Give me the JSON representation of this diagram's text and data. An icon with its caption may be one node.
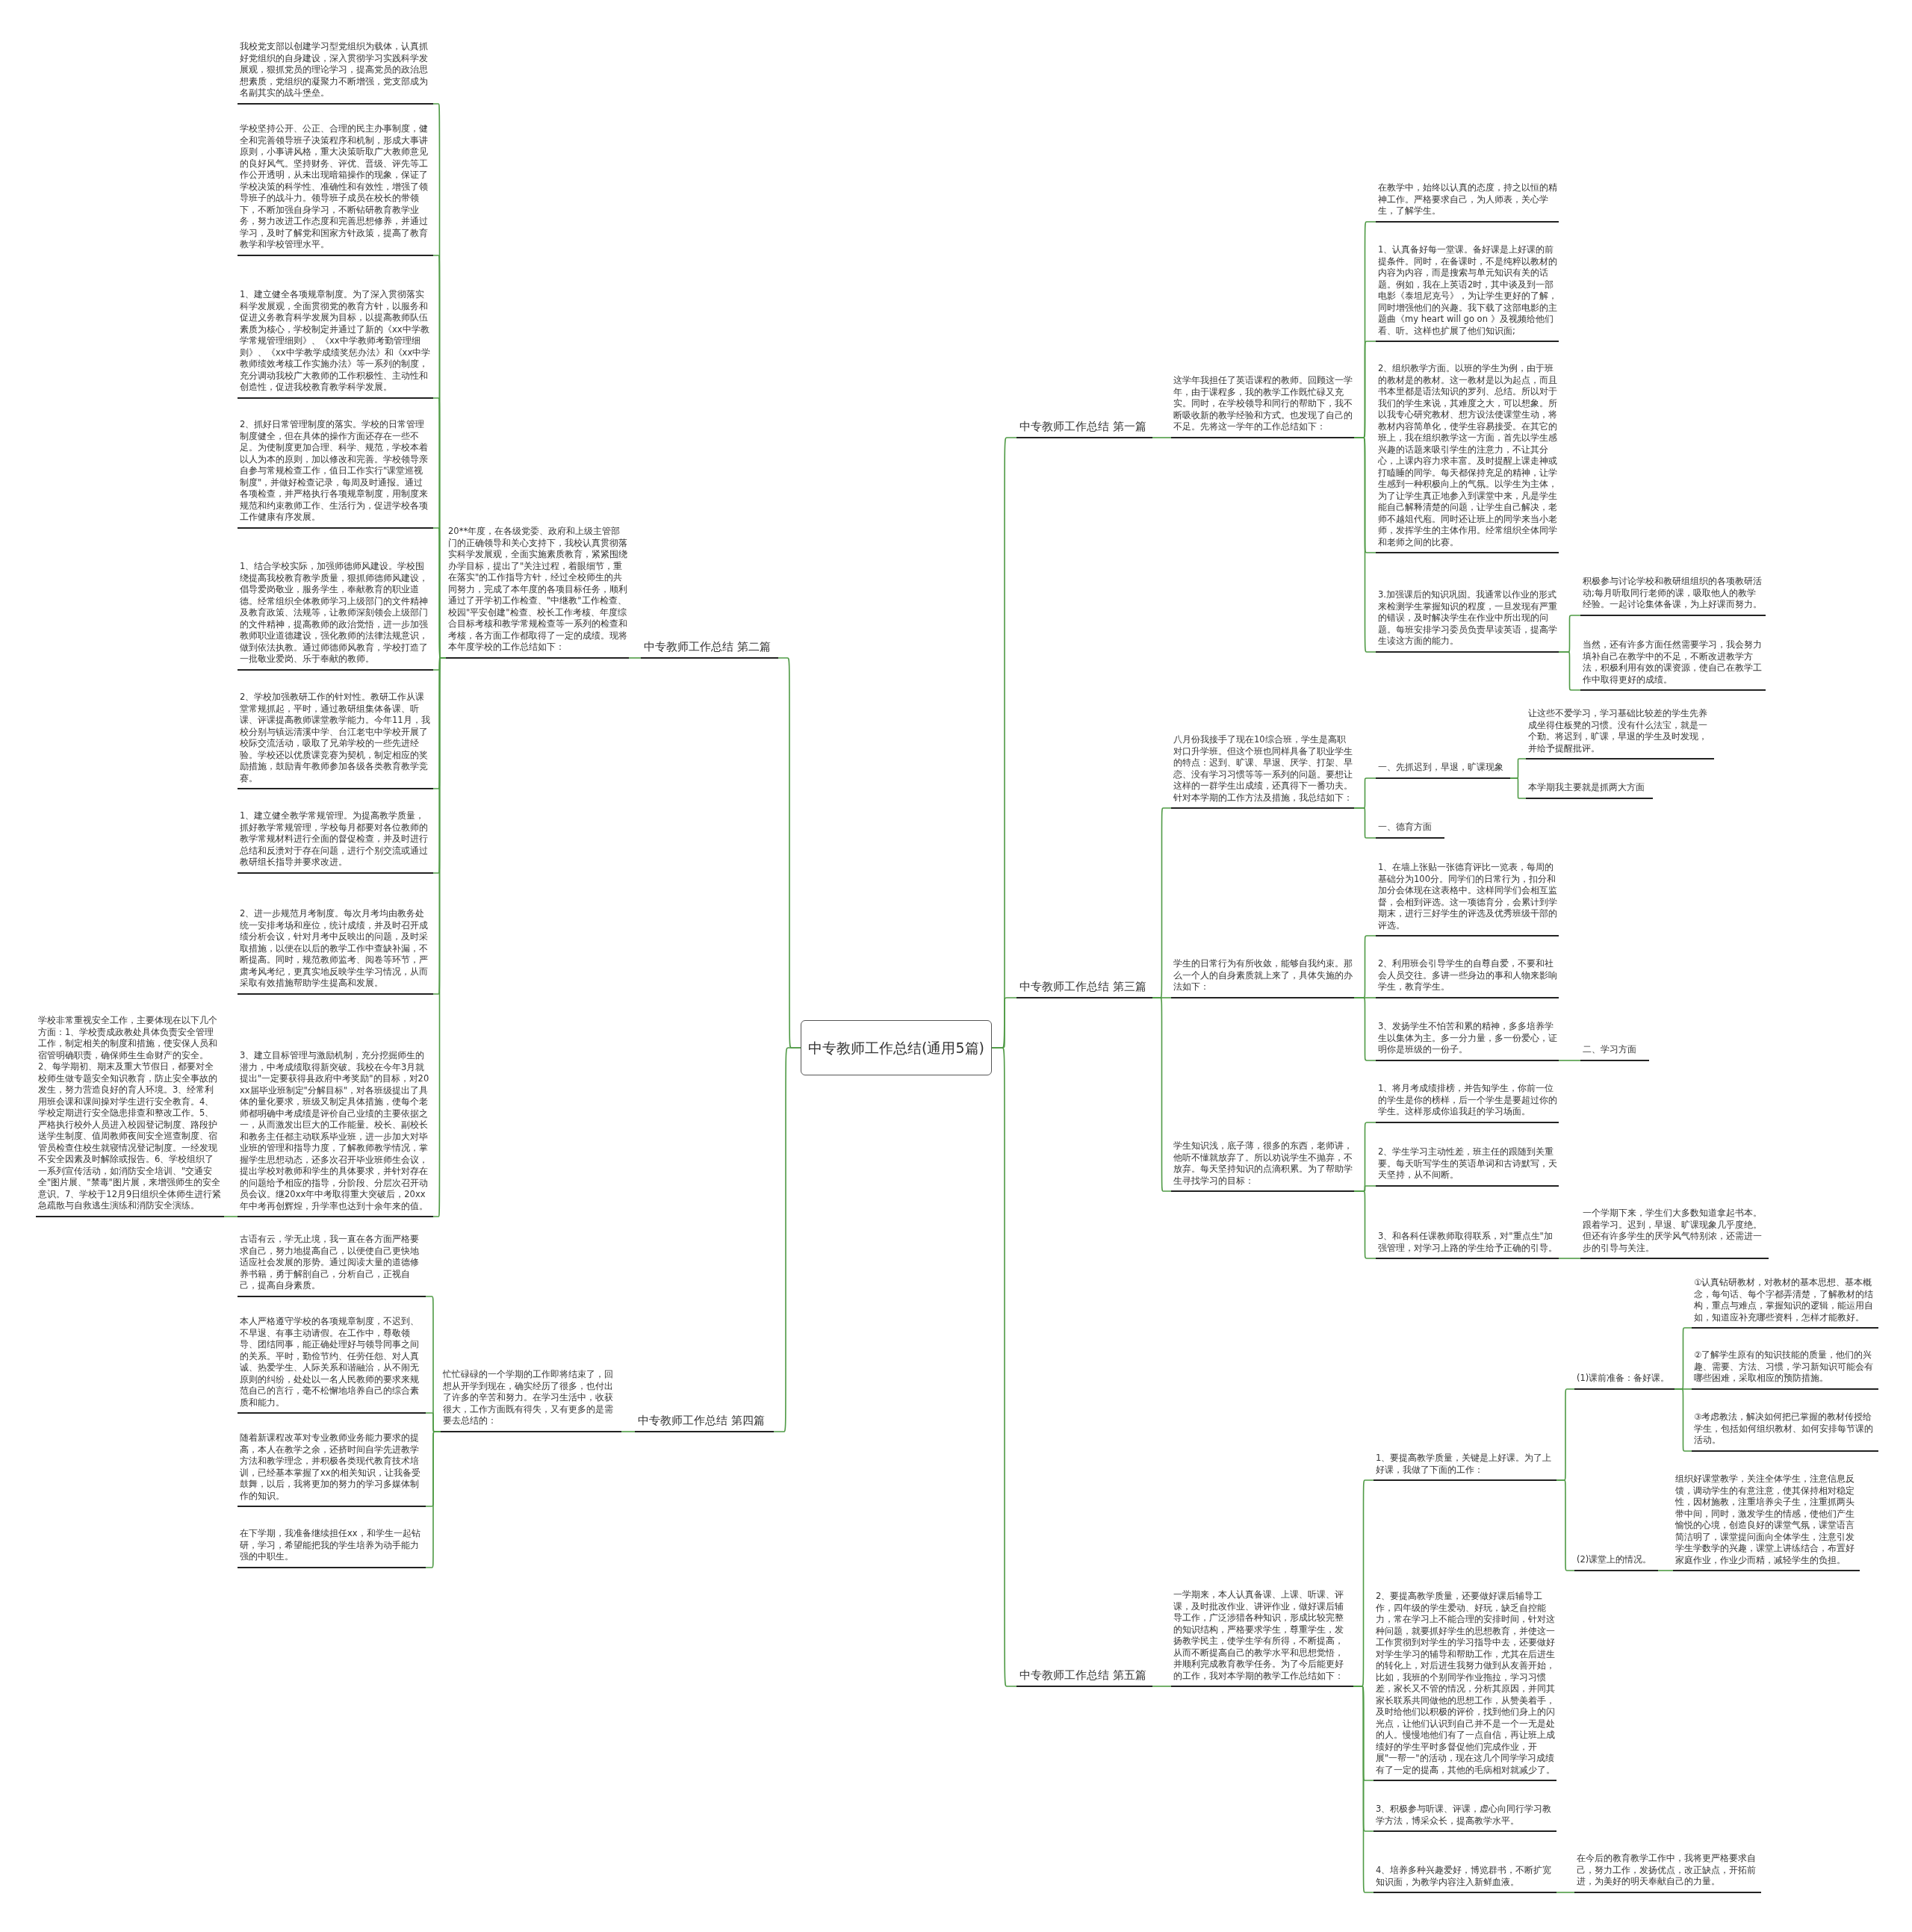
{
  "diagram": {
    "nodes": [
      {
        "text": [
          "中专教师工作总结(通用5篇)"
        ]
      },
      {
        "text": [
          "中专教师工作总结 第一篇"
        ]
      },
      {
        "text": [
          "这学年我担任了英语课程的教师。回顾这一学年，由于课程多，我的教学工作既忙碌又充实。同时，在学校领导和同行的帮助下，我不断吸收新的教学经验和方式。也发现了自己的不足。先将这一学年的工作总结如下："
        ]
      },
      {
        "text": [
          "在教学中，始终以认真的态度，持之以恒的精神工作。严格要求自己，为人师表，关心学生，了解学生。"
        ]
      },
      {
        "text": [
          "1、认真备好每一堂课。备好课是上好课的前提条件。同时，在备课时，不是纯粹以教材的内容为内容，而是搜索与单元知识有关的话题。例如，我在上英语2时，其中谈及到一部电影《泰坦尼克号》，为让学生更好的了解，同时增强他们的兴趣。我下载了这部电影的主题曲《my heart will go on 》及视频给他们看、听。这样也扩展了他们知识面;"
        ]
      },
      {
        "text": [
          "2、组织教学方面。以班的学生为例，由于班的教材是的教材。这一教材是以为起点，而且书本里都是语法知识的罗列、总结。所以对于我们的学生来说，其难度之大，可以想象。所以我专心研究教材、想方设法使课堂生动，将教材内容简单化，使学生容易接受。在其它的班上，我在组织教学这一方面，首先以学生感兴趣的话题来吸引学生的注意力，不让其分心，上课内容力求丰富。及时提醒上课走神或打瞌睡的同学。每天都保持充足的精神，让学生感到一种积极向上的气氛。以学生为主体，为了让学生真正地参入到课堂中来，凡是学生能自己解释清楚的问题，让学生自己解决，老师不越俎代庖。同时还让班上的同学来当小老师，发挥学生的主体作用。经常组织全体同学和老师之间的比赛。"
        ]
      },
      {
        "text": [
          "3.加强课后的知识巩固。我通常以作业的形式来检测学生掌握知识的程度，一旦发现有严重的错误，及时解决学生在作业中所出现的问题。每班安排学习委员负责早读英语，提高学生读这方面的能力。"
        ]
      },
      {
        "text": [
          "积极参与讨论学校和教研组组织的各项教研活动;每月听取同行老师的课，吸取他人的教学经验。一起讨论集体备课，为上好课而努力。"
        ]
      },
      {
        "text": [
          "当然，还有许多方面任然需要学习，我会努力填补自己在教学中的不足，不断改进教学方法，积极利用有效的课资源，使自己在教学工作中取得更好的成绩。"
        ]
      },
      {
        "text": [
          "中专教师工作总结 第二篇"
        ]
      },
      {
        "text": [
          "20**年度，在各级党委、政府和上级主管部门的正确领导和关心支持下，我校认真贯彻落实科学发展观，全面实施素质教育，紧紧围绕办学目标，提出了\"关注过程，着眼细节，重在落实\"的工作指导方针，经过全校师生的共同努力，完成了本年度的各项目标任务，顺利通过了开学初工作检查、\"中继教\"工作检查、校园\"平安创建\"检查、校长工作考核、年度综合目标考核和教学常规检查等一系列的检查和考核，各方面工作都取得了一定的成绩。现将本年度学校的工作总结如下："
        ]
      },
      {
        "text": [
          "我校党支部以创建学习型党组织为载体，认真抓好党组织的自身建设，深入贯彻学习实践科学发展观，狠抓党员的理论学习，提高党员的政治思想素质，党组织的凝聚力不断增强，党支部成为名副其实的战斗堡垒。"
        ]
      },
      {
        "text": [
          "学校坚持公开、公正、合理的民主办事制度，健全和完善领导班子决策程序和机制，形成大事讲原则，小事讲风格，重大决策听取广大教师意见的良好风气。坚持财务、评优、晋级、评先等工作公开透明，从未出现暗箱操作的现象，保证了学校决策的科学性、准确性和有效性，增强了领导班子的战斗力。领导班子成员在校长的带领下，不断加强自身学习，不断钻研教育教学业务，努力改进工作态度和完善思想修养，并通过学习，及时了解党和国家方针政策，提高了教育教学和学校管理水平。"
        ]
      },
      {
        "text": [
          "1、建立健全各项规章制度。为了深入贯彻落实科学发展观，全面贯彻党的教育方针，以服务和促进义务教育科学发展为目标，以提高教师队伍素质为核心，学校制定并通过了新的《xx中学教学常规管理细则》、《xx中学教师考勤管理细则》、《xx中学教学成绩奖惩办法》和《xx中学教师绩效考核工作实施办法》等一系列的制度，充分调动我校广大教师的工作积极性、主动性和创造性，促进我校教育教学科学发展。"
        ]
      },
      {
        "text": [
          "2、抓好日常管理制度的落实。学校的日常管理制度健全，但在具体的操作方面还存在一些不足。为使制度更加合理、科学、规范，学校本着以人为本的原则，加以修改和完善。学校领导亲自参与常规检查工作，值日工作实行\"课堂巡视制度\"，并做好检查记录，每周及时通报。通过各项检查，并严格执行各项规章制度，用制度来规范和约束教师工作、生活行为，促进学校各项工作健康有序发展。"
        ]
      },
      {
        "text": [
          "1、结合学校实际，加强师德师风建设。学校围绕提高我校教育教学质量，狠抓师德师风建设，倡导爱岗敬业，服务学生，奉献教育的职业道德。经常组织全体教师学习上级部门的文件精神及教育政策、法规等，让教师深刻领会上级部门的文件精神，提高教师的政治觉悟，进一步加强教师职业道德建设，强化教师的法律法规意识，做到依法执教。通过师德师风教育，学校打造了一批敬业爱岗、乐于奉献的教师。"
        ]
      },
      {
        "text": [
          "2、学校加强教研工作的针对性。教研工作从课堂常规抓起，平时，通过教研组集体备课、听课、评课提高教师课堂教学能力。今年11月，我校分别与镇远清溪中学、台江老屯中学校开展了校际交流活动，吸取了兄弟学校的一些先进经验。学校还以优质课竞赛为契机，制定相应的奖励措施，鼓励青年教师参加各级各类教育教学竞赛。"
        ]
      },
      {
        "text": [
          "1、建立健全教学常规管理。为提高教学质量，抓好教学常规管理，学校每月都要对各位教师的教学常规材料进行全面的督促检查，并及时进行总结和反溃对于存在问题，进行个别交流或通过教研组长指导并要求改进。"
        ]
      },
      {
        "text": [
          "2、进一步规范月考制度。每次月考均由教务处统一安排考场和座位，统计成绩，并及时召开成绩分析会议，针对月考中反映出的问题，及时采取措施，以便在以后的教学工作中查缺补漏，不断提高。同时，规范教师监考、阅卷等环节，严肃考风考纪，更真实地反映学生学习情况，从而采取有效措施帮助学生提高和发展。"
        ]
      },
      {
        "text": [
          "3、建立目标管理与激励机制，充分挖掘师生的潜力，中考成绩取得新突破。我校在今年3月就提出\"一定要获得县政府中考奖励\"的目标，对20xx届毕业班制定\"分解目标\"，对各班级提出了具体的量化要求，班级又制定具体措施，使每个老师都明确中考成绩是评价自己业绩的主要依据之一，从而激发出巨大的工作能量。校长、副校长和教务主任都主动联系毕业班，进一步加大对毕业班的管理和指导力度，了解教师教学情况，掌握学生思想动态，还多次召开毕业班师生会议，提出学校对教师和学生的具体要求，并针对存在的问题给予相应的指导，分阶段、分层次召开动员会议。继20xx年中考取得重大突破后，20xx年中考再创辉煌，升学率也达到十余年来的值。"
        ]
      },
      {
        "text": [
          "学校非常重视安全工作，主要体现在以下几个方面：1、学校责成政教处具体负责安全管理工作，制定相关的制度和措施，使安保人员和宿管明确职责，确保师生生命财产的安全。2、每学期初、期末及重大节假日，都要对全校师生做专题安全知识教育，防止安全事故的发生，努力营造良好的育人环境。3、经常利用班会课和课间操对学生进行安全教育。4、学校定期进行安全隐患排查和整改工作。5、严格执行校外人员进入校园登记制度、路段护送学生制度、值周教师夜间安全巡查制度、宿管员检查住校生就寝情况登记制度。一经发现不安全因素及时解除或报告。6、学校组织了一系列宣传活动，如消防安全培训、\"交通安全\"图片展、\"禁毒\"图片展，来增强师生的安全意识。7、学校于12月9日组织全体师生进行紧急疏散与自救逃生演练和消防安全演练。"
        ]
      },
      {
        "text": [
          "中专教师工作总结 第三篇"
        ]
      },
      {
        "text": [
          "八月份我接手了现在10综合班，学生是高职对口升学班。但这个班也同样具备了职业学生的特点：迟到、旷课、早退、厌学、打架、早恋、没有学习习惯等等一系列的问题。要想让这样的一群学生出成绩，还真得下一番功夫。针对本学期的工作方法及措施，我总结如下："
        ]
      },
      {
        "text": [
          "一、先抓迟到，早退，旷课现象"
        ]
      },
      {
        "text": [
          "让这些不爱学习，学习基础比较差的学生先养成坐得住板凳的习惯。没有什么法宝，就是一个勤。将迟到，旷课，早退的学生及时发现，并给予提醒批评。"
        ]
      },
      {
        "text": [
          "本学期我主要就是抓两大方面"
        ]
      },
      {
        "text": [
          "一、德育方面"
        ]
      },
      {
        "text": [
          "学生的日常行为有所收敛，能够自我约束。那么一个人的自身素质就上来了，具体失施的办法如下："
        ]
      },
      {
        "text": [
          "1、在墙上张贴一张德育评比一览表，每周的基础分为100分。同学们的日常行为，扣分和加分会体现在这表格中。这样同学们会相互监督，会相到评选。这一项德育分，会累计到学期末，进行三好学生的评选及优秀班级干部的评选。"
        ]
      },
      {
        "text": [
          "2、利用班会引导学生的自尊自爱，不要和社会人员交往。多讲一些身边的事和人物来影响学生，教育学生。"
        ]
      },
      {
        "text": [
          "3、发扬学生不怕苦和累的精神，多多培养学生以集体为主。多一分力量，多一份爱心，证明你是班级的一份子。"
        ]
      },
      {
        "text": [
          "二、学习方面"
        ]
      },
      {
        "text": [
          "学生知识浅，底子薄，很多的东西，老师讲，他听不懂就放弃了。所以劝说学生不抛弃，不放弃。每天坚持知识的点滴积累。为了帮助学生寻找学习的目标："
        ]
      },
      {
        "text": [
          "1、将月考成绩排榜，并告知学生，你前一位的学生是你的榜样，后一个学生是要超过你的学生。这样形成你追我赶的学习场面。"
        ]
      },
      {
        "text": [
          "2、学生学习主动性差，班主任的跟随到关重要。每天听写学生的英语单词和古诗默写，天天坚持，从不间断。"
        ]
      },
      {
        "text": [
          "3、和各科任课教师取得联系，对\"重点生\"加强管理，对学习上路的学生给予正确的引导。"
        ]
      },
      {
        "text": [
          "一个学期下来，学生们大多数知道拿起书本。跟着学习。迟到，早退、旷课现象几乎度绝。但还有许多学生的厌学风气特别浓，还需进一步的引导与关注。"
        ]
      },
      {
        "text": [
          "中专教师工作总结 第四篇"
        ]
      },
      {
        "text": [
          "忙忙碌碌的一个学期的工作即将结束了，回想从开学到现在，确实经历了很多，也付出了许多的辛苦和努力。在学习生活中，收获很大，工作方面既有得失，又有更多的是需要去总结的："
        ]
      },
      {
        "text": [
          "古语有云，学无止境，我一直在各方面严格要求自己，努力地提高自己，以便使自己更快地适应社会发展的形势。通过阅读大量的道德修养书籍，勇于解剖自己，分析自己，正视自己，提高自身素质。"
        ]
      },
      {
        "text": [
          "本人严格遵守学校的各项规章制度，不迟到、不早退、有事主动请假。在工作中，尊敬领导、团结同事，能正确处理好与领导同事之间的关系。平时，勤俭节约、任劳任怨、对人真诚、热爱学生、人际关系和谐融洽，从不闹无原则的纠纷，处处以一名人民教师的要求来规范自己的言行，毫不松懈地培养自己的综合素质和能力。"
        ]
      },
      {
        "text": [
          "随着新课程改革对专业教师业务能力要求的提高，本人在教学之余，还挤时间自学先进教学方法和教学理念，并积极各类现代教育技术培训，已经基本掌握了xx的相关知识，让我备受鼓舞，以后，我将更加的努力的学习多媒体制作的知识。"
        ]
      },
      {
        "text": [
          "在下学期，我准备继续担任xx，和学生一起钻研，学习，希望能把我的学生培养为动手能力强的中职生。"
        ]
      },
      {
        "text": [
          "中专教师工作总结 第五篇"
        ]
      },
      {
        "text": [
          "一学期来，本人认真备课、上课、听课、评课，及时批改作业、讲评作业，做好课后辅导工作，广泛涉猎各种知识，形成比较完整的知识结构，严格要求学生，尊重学生，发扬教学民主，使学生学有所得，不断提高，从而不断提高自己的教学水平和思想觉悟，并顺利完成教育教学任务。为了今后能更好的工作，我对本学期的教学工作总结如下："
        ]
      },
      {
        "text": [
          "1、要提高教学质量，关键是上好课。为了上好课，我做了下面的工作："
        ]
      },
      {
        "text": [
          "(1)课前准备：备好课。"
        ]
      },
      {
        "text": [
          "①认真钻研教材，对教材的基本思想、基本概念，每句话、每个字都弄清楚，了解教材的结构，重点与难点，掌握知识的逻辑，能运用自如，知道应补充哪些资料，怎样才能教好。"
        ]
      },
      {
        "text": [
          "②了解学生原有的知识技能的质量，他们的兴趣、需要、方法、习惯，学习新知识可能会有哪些困难，采取相应的预防措施。"
        ]
      },
      {
        "text": [
          "③考虑教法，解决如何把已掌握的教材传授给学生，包括如何组织教材、如何安排每节课的活动。"
        ]
      },
      {
        "text": [
          "(2)课堂上的情况。"
        ]
      },
      {
        "text": [
          "组织好课堂教学，关注全体学生，注意信息反馈，调动学生的有意注意，使其保持相对稳定性，因材施教，注重培养尖子生，注重抓两头带中间，同时，激发学生的情感，使他们产生愉悦的心境，创造良好的课堂气氛，课堂语言简洁明了，课堂提问面向全体学生，注意引发学生学数学的兴趣，课堂上讲练结合，布置好家庭作业，作业少而精，减轻学生的负担。"
        ]
      },
      {
        "text": [
          "2、要提高教学质量，还要做好课后辅导工作，四年级的学生爱动、好玩，缺乏自控能力，常在学习上不能合理的安排时间，针对这种问题，就要抓好学生的思想教育，并使这一工作贯彻到对学生的学习指导中去，还要做好对学生学习的辅导和帮助工作，尤其在后进生的转化上，对后进生我努力做到从友善开始，比如，我班的个别同学作业拖拉，学习习惯差，家长又不管的情况，分析其原因，并同其家长联系共同做他的思想工作，从赞美着手，及时给他们以积极的评价，找到他们身上的闪光点，让他们认识到自己并不是一个一无是处的人。慢慢地他们有了一点自信，再让班上成绩好的学生平时多督促他们完成作业，开展\"一帮一\"的活动，现在这几个同学学习成绩有了一定的提高，其他的毛病相对就减少了。"
        ]
      },
      {
        "text": [
          "3、积极参与听课、评课，虚心向同行学习教学方法，博采众长，提高教学水平。"
        ]
      },
      {
        "text": [
          "4、培养多种兴趣爱好，博览群书，不断扩宽知识面，为教学内容注入新鲜血液。"
        ]
      },
      {
        "text": [
          "在今后的教育教学工作中，我将更严格要求自己，努力工作，发扬优点，改正缺点，开拓前进，为美好的明天奉献自己的力量。"
        ]
      }
    ],
    "edges": [
      {
        "from": 0,
        "to": 1,
        "arrow": "none"
      },
      {
        "from": 0,
        "to": 9,
        "arrow": "none"
      },
      {
        "from": 0,
        "to": 21,
        "arrow": "none"
      },
      {
        "from": 0,
        "to": 37,
        "arrow": "none"
      },
      {
        "from": 0,
        "to": 43,
        "arrow": "none"
      },
      {
        "from": 1,
        "to": 2,
        "arrow": "none"
      },
      {
        "from": 2,
        "to": 3,
        "arrow": "none"
      },
      {
        "from": 2,
        "to": 4,
        "arrow": "none"
      },
      {
        "from": 2,
        "to": 5,
        "arrow": "none"
      },
      {
        "from": 2,
        "to": 6,
        "arrow": "none"
      },
      {
        "from": 6,
        "to": 7,
        "arrow": "none"
      },
      {
        "from": 6,
        "to": 8,
        "arrow": "none"
      },
      {
        "from": 9,
        "to": 10,
        "arrow": "none"
      },
      {
        "from": 10,
        "to": 11,
        "arrow": "none"
      },
      {
        "from": 10,
        "to": 12,
        "arrow": "none"
      },
      {
        "from": 10,
        "to": 13,
        "arrow": "none"
      },
      {
        "from": 10,
        "to": 14,
        "arrow": "none"
      },
      {
        "from": 10,
        "to": 15,
        "arrow": "none"
      },
      {
        "from": 10,
        "to": 16,
        "arrow": "none"
      },
      {
        "from": 10,
        "to": 17,
        "arrow": "none"
      },
      {
        "from": 10,
        "to": 18,
        "arrow": "none"
      },
      {
        "from": 10,
        "to": 19,
        "arrow": "none"
      },
      {
        "from": 19,
        "to": 20,
        "arrow": "none"
      },
      {
        "from": 21,
        "to": 22,
        "arrow": "none"
      },
      {
        "from": 21,
        "to": 27,
        "arrow": "none"
      },
      {
        "from": 21,
        "to": 32,
        "arrow": "none"
      },
      {
        "from": 22,
        "to": 23,
        "arrow": "none"
      },
      {
        "from": 22,
        "to": 26,
        "arrow": "none"
      },
      {
        "from": 23,
        "to": 24,
        "arrow": "none"
      },
      {
        "from": 23,
        "to": 25,
        "arrow": "none"
      },
      {
        "from": 27,
        "to": 28,
        "arrow": "none"
      },
      {
        "from": 27,
        "to": 29,
        "arrow": "none"
      },
      {
        "from": 27,
        "to": 30,
        "arrow": "none"
      },
      {
        "from": 30,
        "to": 31,
        "arrow": "none"
      },
      {
        "from": 32,
        "to": 33,
        "arrow": "none"
      },
      {
        "from": 32,
        "to": 34,
        "arrow": "none"
      },
      {
        "from": 32,
        "to": 35,
        "arrow": "none"
      },
      {
        "from": 35,
        "to": 36,
        "arrow": "none"
      },
      {
        "from": 37,
        "to": 38,
        "arrow": "none"
      },
      {
        "from": 38,
        "to": 39,
        "arrow": "none"
      },
      {
        "from": 38,
        "to": 40,
        "arrow": "none"
      },
      {
        "from": 38,
        "to": 41,
        "arrow": "none"
      },
      {
        "from": 38,
        "to": 42,
        "arrow": "none"
      },
      {
        "from": 43,
        "to": 44,
        "arrow": "none"
      },
      {
        "from": 44,
        "to": 45,
        "arrow": "none"
      },
      {
        "from": 44,
        "to": 52,
        "arrow": "none"
      },
      {
        "from": 44,
        "to": 53,
        "arrow": "none"
      },
      {
        "from": 44,
        "to": 54,
        "arrow": "none"
      },
      {
        "from": 45,
        "to": 46,
        "arrow": "none"
      },
      {
        "from": 45,
        "to": 50,
        "arrow": "none"
      },
      {
        "from": 46,
        "to": 47,
        "arrow": "none"
      },
      {
        "from": 46,
        "to": 48,
        "arrow": "none"
      },
      {
        "from": 46,
        "to": 49,
        "arrow": "none"
      },
      {
        "from": 50,
        "to": 51,
        "arrow": "none"
      },
      {
        "from": 54,
        "to": 55,
        "arrow": "none"
      }
    ]
  }
}
